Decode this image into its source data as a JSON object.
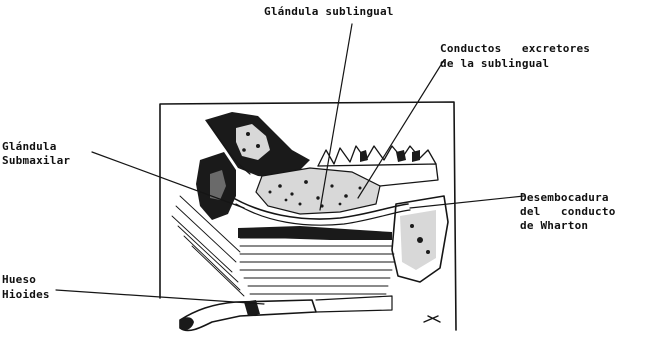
{
  "labels": {
    "sublingual_gland": "Glándula sublingual",
    "excretory_ducts_line1": "Conductos   excretores",
    "excretory_ducts_line2": "de la sublingual",
    "submaxillary_line1": "Glándula",
    "submaxillary_line2": "Submaxilar",
    "wharton_line1": "Desembocadura",
    "wharton_line2": "del   conducto",
    "wharton_line3": "de Wharton",
    "hyoid_line1": "Hueso",
    "hyoid_line2": "Hioides"
  },
  "colors": {
    "ink": "#151515",
    "paper": "#ffffff"
  }
}
